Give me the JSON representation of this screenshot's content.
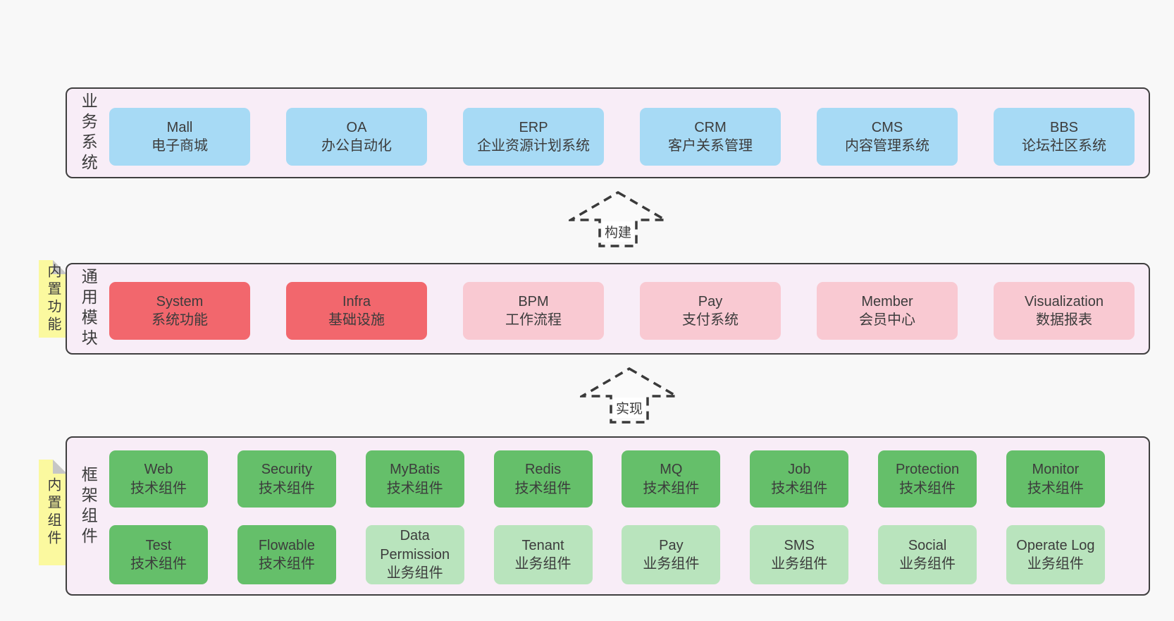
{
  "diagram": {
    "background": "#f8f8f8",
    "band_background": "#f8edf7",
    "colors": {
      "blue": "#a7daf5",
      "red": "#f2676d",
      "pink": "#f9c9d2",
      "green": "#65bf6a",
      "light_green": "#b9e4bd",
      "sticky_yellow": "#fbf99f",
      "sticky_fold": "#c6c6c6",
      "border": "#3f3f3f"
    }
  },
  "business": {
    "label": "业务系统",
    "boxes": [
      {
        "title": "Mall",
        "subtitle": "电子商城"
      },
      {
        "title": "OA",
        "subtitle": "办公自动化"
      },
      {
        "title": "ERP",
        "subtitle": "企业资源计划系统"
      },
      {
        "title": "CRM",
        "subtitle": "客户关系管理"
      },
      {
        "title": "CMS",
        "subtitle": "内容管理系统"
      },
      {
        "title": "BBS",
        "subtitle": "论坛社区系统"
      }
    ]
  },
  "arrows": {
    "build": "构建",
    "implement": "实现"
  },
  "modules": {
    "label": "通用模块",
    "sticky": "内置功能",
    "boxes": [
      {
        "title": "System",
        "subtitle": "系统功能",
        "variant": "red"
      },
      {
        "title": "Infra",
        "subtitle": "基础设施",
        "variant": "red"
      },
      {
        "title": "BPM",
        "subtitle": "工作流程",
        "variant": "pink"
      },
      {
        "title": "Pay",
        "subtitle": "支付系统",
        "variant": "pink"
      },
      {
        "title": "Member",
        "subtitle": "会员中心",
        "variant": "pink"
      },
      {
        "title": "Visualization",
        "subtitle": "数据报表",
        "variant": "pink"
      }
    ]
  },
  "framework": {
    "label": "框架组件",
    "sticky": "内置组件",
    "row1": [
      {
        "title": "Web",
        "subtitle": "技术组件",
        "variant": "green"
      },
      {
        "title": "Security",
        "subtitle": "技术组件",
        "variant": "green"
      },
      {
        "title": "MyBatis",
        "subtitle": "技术组件",
        "variant": "green"
      },
      {
        "title": "Redis",
        "subtitle": "技术组件",
        "variant": "green"
      },
      {
        "title": "MQ",
        "subtitle": "技术组件",
        "variant": "green"
      },
      {
        "title": "Job",
        "subtitle": "技术组件",
        "variant": "green"
      },
      {
        "title": "Protection",
        "subtitle": "技术组件",
        "variant": "green"
      },
      {
        "title": "Monitor",
        "subtitle": "技术组件",
        "variant": "green"
      }
    ],
    "row2": [
      {
        "title": "Test",
        "subtitle": "技术组件",
        "variant": "green"
      },
      {
        "title": "Flowable",
        "subtitle": "技术组件",
        "variant": "green"
      },
      {
        "title": "Data Permission",
        "subtitle": "业务组件",
        "variant": "light_green"
      },
      {
        "title": "Tenant",
        "subtitle": "业务组件",
        "variant": "light_green"
      },
      {
        "title": "Pay",
        "subtitle": "业务组件",
        "variant": "light_green"
      },
      {
        "title": "SMS",
        "subtitle": "业务组件",
        "variant": "light_green"
      },
      {
        "title": "Social",
        "subtitle": "业务组件",
        "variant": "light_green"
      },
      {
        "title": "Operate Log",
        "subtitle": "业务组件",
        "variant": "light_green"
      }
    ]
  }
}
